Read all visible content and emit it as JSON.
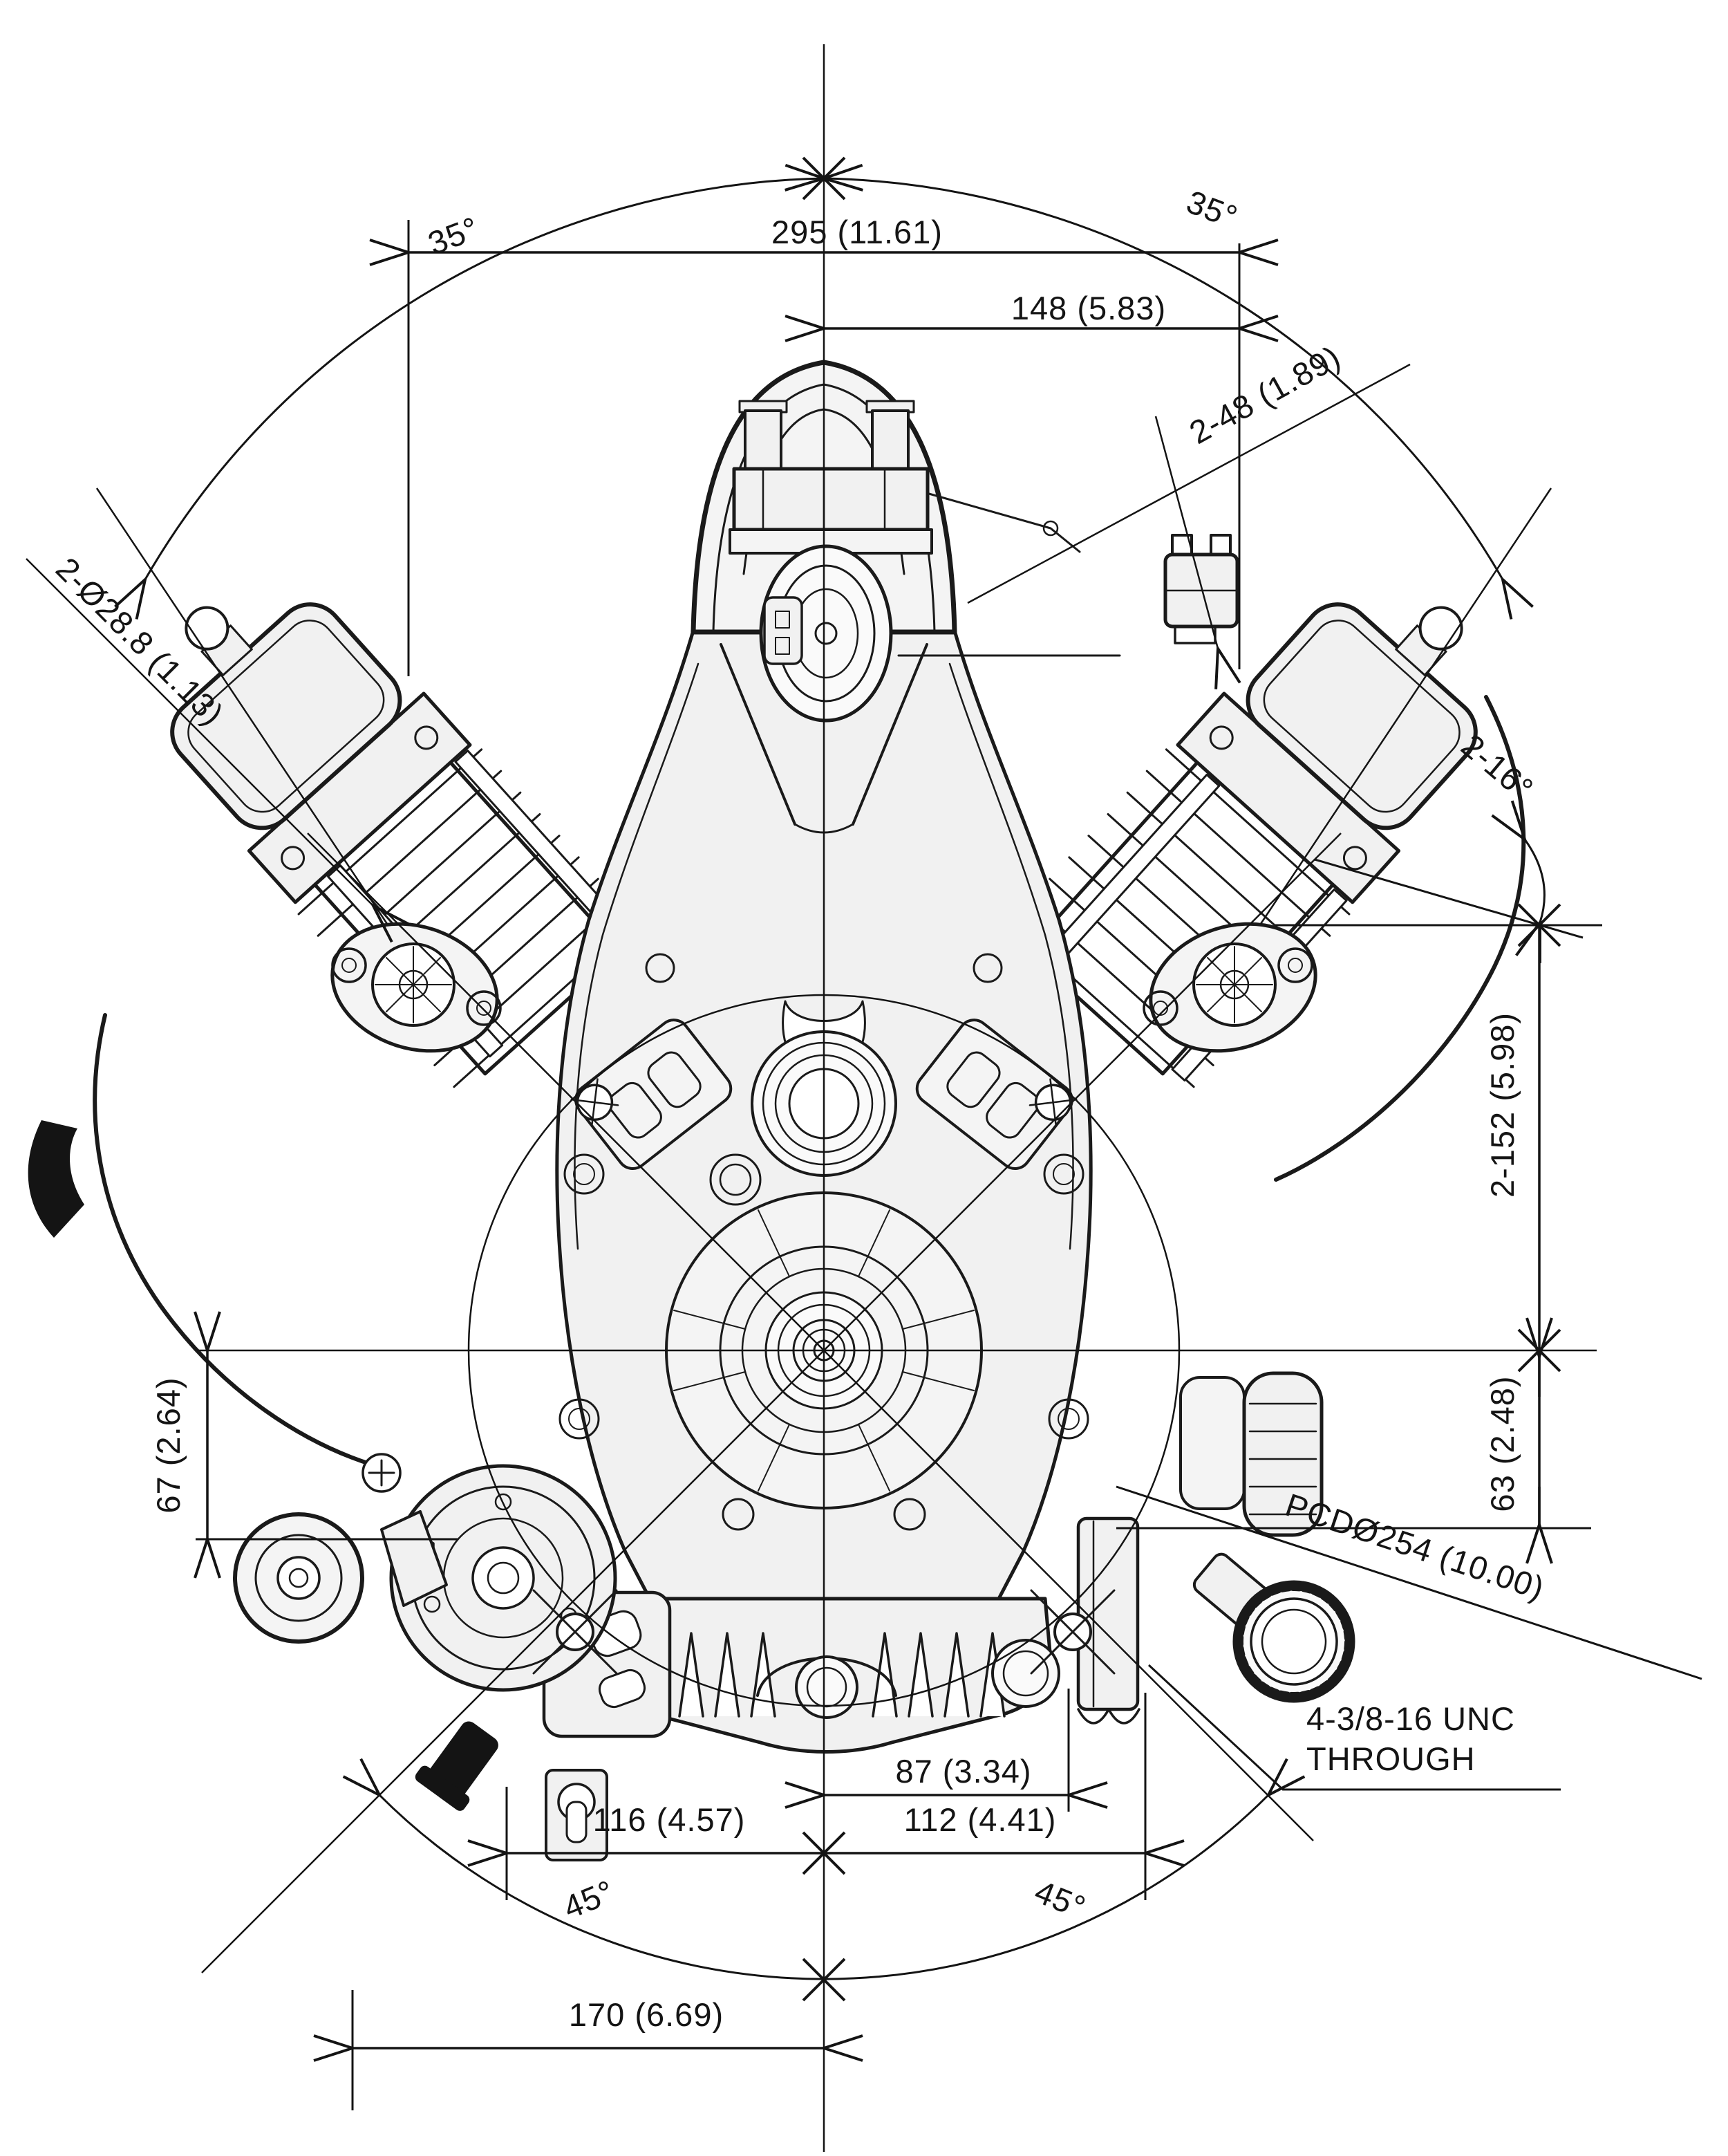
{
  "drawing": {
    "title": "V-twin engine front view dimension drawing",
    "units": "mm (in)"
  },
  "annotations": {
    "angle_top_left": "35°",
    "angle_top_right": "35°",
    "width_overall": "295 (11.61)",
    "width_center_to_right": "148 (5.83)",
    "holes_top": "2-48 (1.89)",
    "exhaust_ports": "2-Ø28.8 (1.13)",
    "head_face_angle": "2-16°",
    "height_center_to_head": "2-152 (5.98)",
    "height_center_to_rail_left": "67 (2.64)",
    "height_center_to_rail_right": "63 (2.48)",
    "bolt_circle": "PCDØ254 (10.00)",
    "mount_thread_line1": "4-3/8-16 UNC",
    "mount_thread_line2": "THROUGH",
    "width_center_to_foot_87": "87 (3.34)",
    "width_center_to_foot_116": "116 (4.57)",
    "width_center_to_foot_112": "112 (4.41)",
    "v_angle_left": "45°",
    "v_angle_right": "45°",
    "width_center_to_rail_170": "170 (6.69)"
  }
}
